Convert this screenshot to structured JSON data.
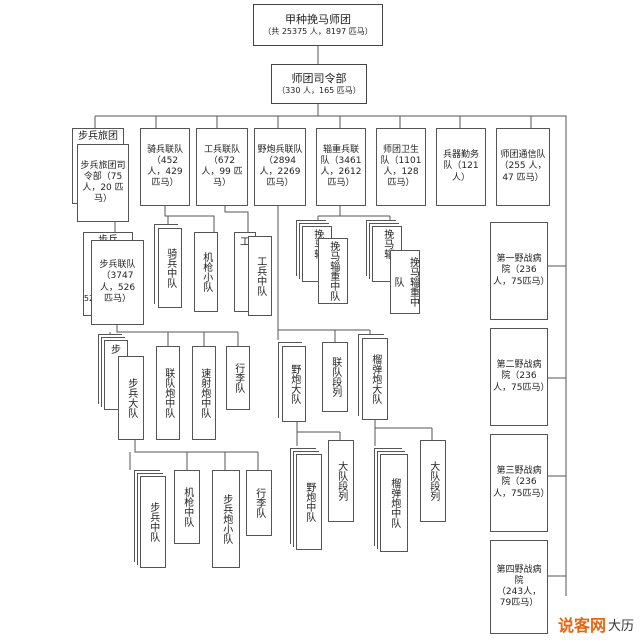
{
  "nodes": {
    "division": {
      "title": "甲种挽马师团",
      "sub": "（共 25375 人，8197 匹马）"
    },
    "hq": {
      "title": "师团司令部",
      "sub": "（330 人，165 匹马）"
    },
    "inf_brigade_back": "步兵旅团",
    "inf_brigade_hq": "步兵旅团司令部（75 人，20 匹马）",
    "cavalry": "骑兵联队（452 人，429匹马）",
    "engineer": "工兵联队（672 人，99 匹马）",
    "artillery": "野炮兵联队（2894 人，2269 匹马）",
    "transport": "辎重兵联队（3461 人，2612 匹马）",
    "medical": "师团卫生队（1101 人，128 匹马）",
    "ordnance": "兵器勤务队（121 人）",
    "signal": "师团通信队（255 人，47 匹马）",
    "inf_reg_back": "步兵",
    "inf_reg_num": "52",
    "inf_regiment": "步兵联队（3747 人，526 匹马）",
    "cav_company": "骑兵中队",
    "mg_platoon": "机枪小队",
    "eng_company_back": "工",
    "eng_company": "工兵中队",
    "tc_back": "挽马辎",
    "transport_company": "挽马辎重中队",
    "hosp1": "第一野战病院（236人，75匹马）",
    "hosp2": "第二野战病院（236人，75匹马）",
    "hosp3": "第三野战病院（236 人，75匹马）",
    "hosp4_title": "第四野战病院",
    "hosp4_sub": "（243人，79匹马）",
    "inf_batt_back": "步",
    "inf_battalion": "步兵大队",
    "reg_gun": "联队炮中队",
    "rapid_gun": "速射炮中队",
    "reg_baggage": "行李队",
    "field_art_batt": "野炮大队",
    "reg_train": "联队段列",
    "howitzer_batt": "榴弹炮大队",
    "inf_company": "步兵中队",
    "mg_company": "机枪中队",
    "inf_gun_platoon": "步兵炮小队",
    "batt_baggage": "行李队",
    "field_gun_company": "野炮中队",
    "batt_train_1": "大队段列",
    "howitzer_company": "榴弹炮中队",
    "batt_train_2": "大队段列"
  },
  "watermark": {
    "text": "说客网",
    "text2": "大历"
  }
}
